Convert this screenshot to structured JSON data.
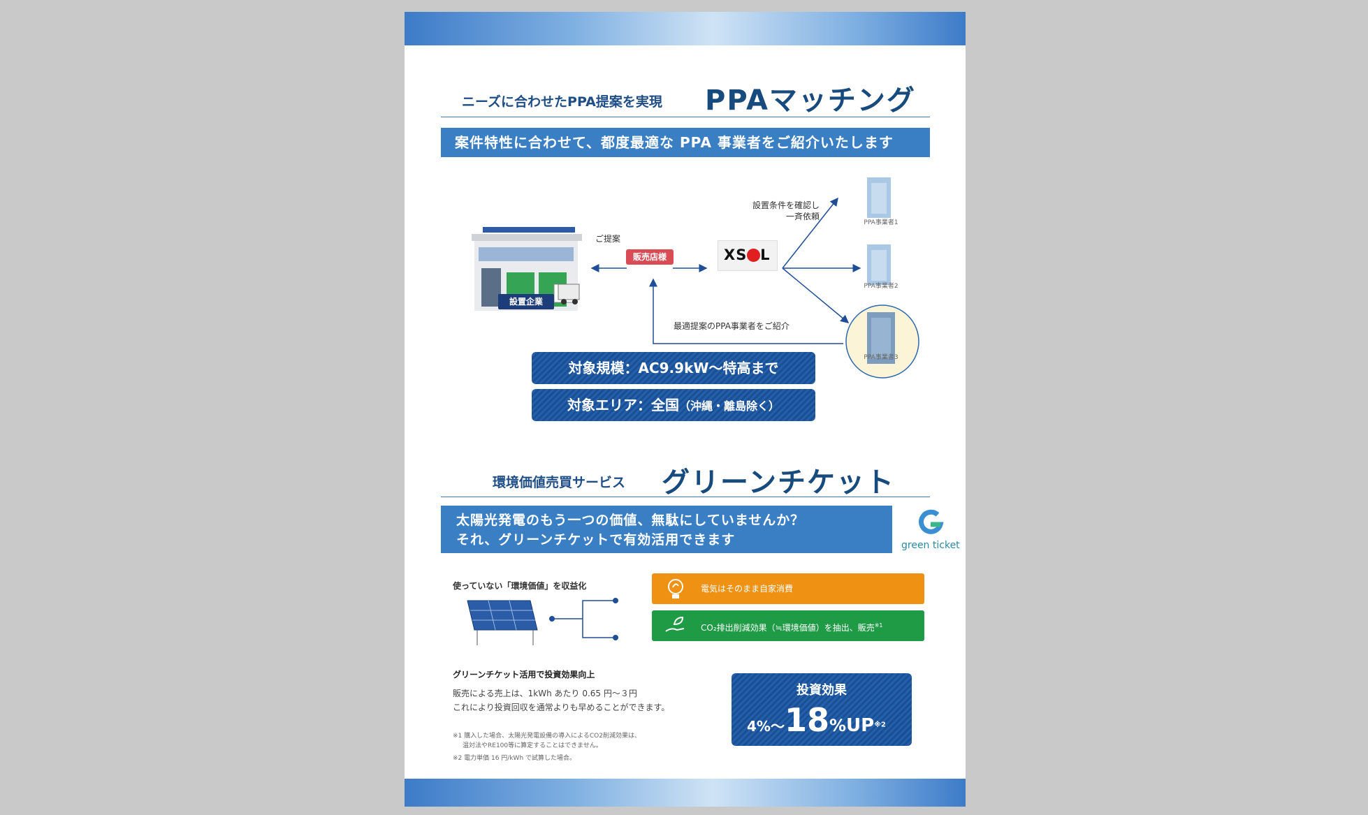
{
  "header": {
    "ppa_subtitle": "ニーズに合わせたPPA提案を実現",
    "ppa_title": "PPAマッチング",
    "ppa_banner": "案件特性に合わせて、都度最適な PPA 事業者をご紹介いたします"
  },
  "diagram": {
    "company_label": "設置企業",
    "proposal_label": "ご提案",
    "dealer_label": "販売店様",
    "xsol_logo": "XSOL",
    "confirm_line1": "設置条件を確認し",
    "confirm_line2": "一斉依頼",
    "ppa1": "PPA事業者1",
    "ppa2": "PPA事業者2",
    "ppa3": "PPA事業者3",
    "introduce_label": "最適提案のPPA事業者をご紹介"
  },
  "scope": {
    "scale": "対象規模：AC9.9kW～特高まで",
    "area_prefix": "対象エリア：全国",
    "area_suffix": "（沖縄・離島除く）"
  },
  "green": {
    "subtitle": "環境価値売買サービス",
    "title": "グリーンチケット",
    "banner_line1": "太陽光発電のもう一つの価値、無駄にしていませんか？",
    "banner_line2": "それ、グリーンチケットで有効活用できます",
    "logo_text": "green ticket",
    "monetize_label": "使っていない「環境価値」を収益化",
    "orange_bar": "電気はそのまま自家消費",
    "green_bar": "CO₂排出削減効果（≒環境価値）を抽出、販売",
    "green_bar_sup": "※1"
  },
  "effect": {
    "heading": "グリーンチケット活用で投資効果向上",
    "line1": "販売による売上は、1kWh あたり 0.65 円～３円",
    "line2": "これにより投資回収を通常よりも早めることができます。",
    "footnote1a": "※1 購入した場合、太陽光発電設備の導入によるCO2削減効果は、",
    "footnote1b": "温対法やRE100等に算定することはできません。",
    "footnote2": "※2 電力単価 16 円/kWh で試算した場合。",
    "box_title": "投資効果",
    "box_from": "4%～",
    "box_to": "18",
    "box_pct": "%",
    "box_up": "UP",
    "box_sup": "※2"
  },
  "colors": {
    "navy": "#1a4f96",
    "banner_blue": "#3a7ec4",
    "orange": "#ef9113",
    "green": "#1f9a45",
    "red_tag": "#d94b55"
  }
}
